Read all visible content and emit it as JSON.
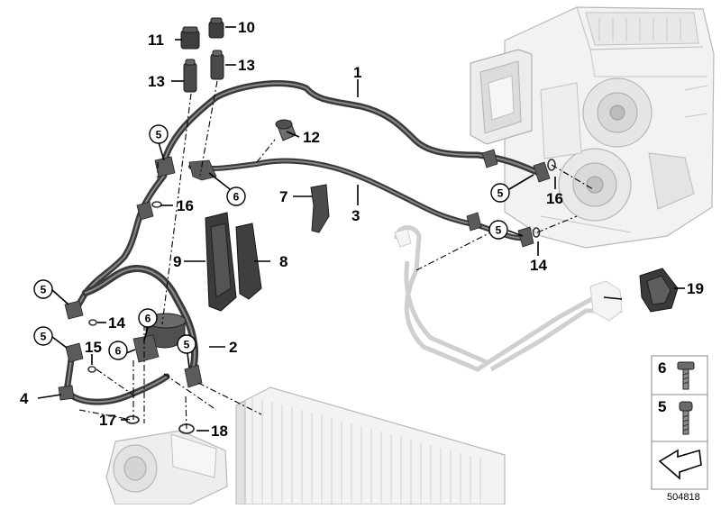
{
  "diagram": {
    "image_number": "504818",
    "part_callouts": [
      "1",
      "2",
      "3",
      "4",
      "7",
      "8",
      "9",
      "10",
      "11",
      "12",
      "13",
      "13",
      "14",
      "14",
      "15",
      "16",
      "16",
      "17",
      "18",
      "19"
    ],
    "circled_callouts": [
      "5",
      "5",
      "5",
      "5",
      "5",
      "5",
      "6",
      "6",
      "6"
    ],
    "legend": {
      "items": [
        {
          "label": "6",
          "icon": "torx-bolt-icon"
        },
        {
          "label": "5",
          "icon": "screw-icon"
        }
      ],
      "arrow_icon": "direction-arrow-icon"
    }
  }
}
